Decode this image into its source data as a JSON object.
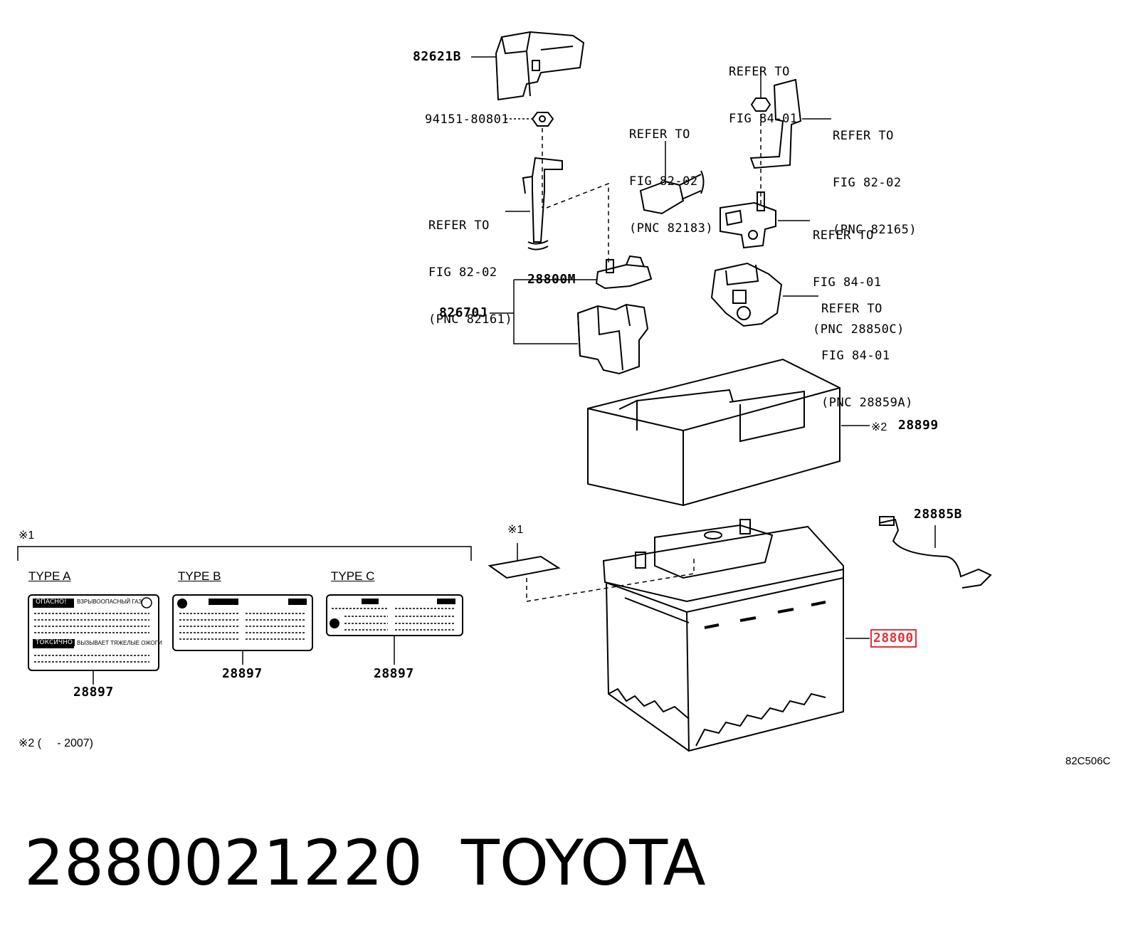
{
  "parts": {
    "p82621B": "82621B",
    "p94151": "94151-80801",
    "p28800M": "28800M",
    "p82670J": "82670J",
    "p28899": "28899",
    "p28885B": "28885B",
    "p28800": "28800",
    "p28897_a": "28897",
    "p28897_b": "28897",
    "p28897_c": "28897"
  },
  "refs": {
    "r84_01_top": [
      "REFER TO",
      "FIG 84-01"
    ],
    "r82183": [
      "REFER TO",
      "FIG 82-02",
      "(PNC 82183)"
    ],
    "r82165": [
      "REFER TO",
      "FIG 82-02",
      "(PNC 82165)"
    ],
    "r82161": [
      "REFER TO",
      "FIG 82-02",
      "(PNC 82161)"
    ],
    "r28850C": [
      "REFER TO",
      "FIG 84-01",
      "(PNC 28850C)"
    ],
    "r28859A": [
      "REFER TO",
      "FIG 84-01",
      "(PNC 28859A)"
    ]
  },
  "notes": {
    "mark1": "※1",
    "mark1_label": "※1",
    "mark2": "※2",
    "mark2_footnote": "※2 (     - 2007)",
    "diagram_code": "82C506C"
  },
  "types": {
    "type_a": "TYPE A",
    "type_b": "TYPE B",
    "type_c": "TYPE C"
  },
  "label_text": {
    "danger": "ОПАСНО!",
    "danger_tail": "ВЗРЫВООПАСНЫЙ ГАЗ",
    "toxic": "ТОКСИЧНО",
    "toxic_tail": "ВЫЗЫВАЕТ ТЯЖЕЛЫЕ ОЖОГИ"
  },
  "title": {
    "part_number": "2880021220",
    "brand": "TOYOTA"
  }
}
